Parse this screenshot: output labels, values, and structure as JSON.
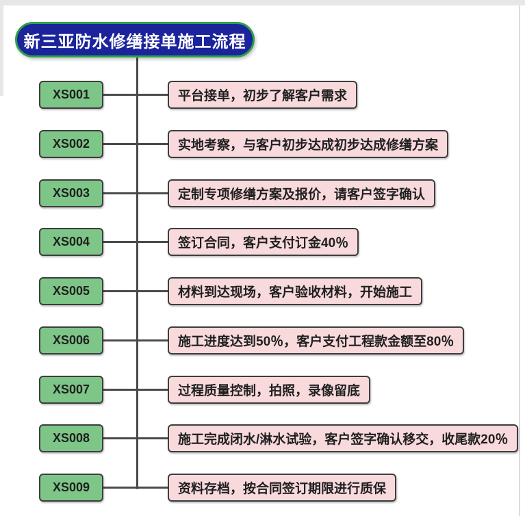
{
  "page": {
    "title": "新三亚防水修缮接单施工流程"
  },
  "flow": {
    "steps": [
      {
        "code": "XS001",
        "desc": "平台接单，初步了解客户需求"
      },
      {
        "code": "XS002",
        "desc": "实地考察，与客户初步达成初步达成修缮方案"
      },
      {
        "code": "XS003",
        "desc": "定制专项修缮方案及报价，请客户签字确认"
      },
      {
        "code": "XS004",
        "desc": "签订合同，客户支付订金40％"
      },
      {
        "code": "XS005",
        "desc": "材料到达现场，客户验收材料，开始施工"
      },
      {
        "code": "XS006",
        "desc": "施工进度达到50％，客户支付工程款金额至80％"
      },
      {
        "code": "XS007",
        "desc": "过程质量控制，拍照，录像留底"
      },
      {
        "code": "XS008",
        "desc": "施工完成闭水/淋水试验，客户签字确认移交，收尾款20％"
      },
      {
        "code": "XS009",
        "desc": "资料存档，按合同签订期限进行质保"
      }
    ]
  },
  "colors": {
    "title_background": "#1b249b",
    "title_border": "#2da24b",
    "code_box_background": "#7dc687",
    "desc_box_background": "#f8d9dc",
    "box_border": "#3d3d3d",
    "connector_line": "#4a4a4a",
    "frame": "#e7e7e7"
  }
}
